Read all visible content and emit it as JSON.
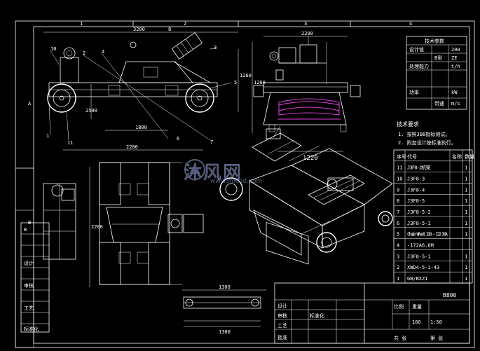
{
  "drawing": {
    "zone_top": [
      "1",
      "2",
      "3",
      "4"
    ],
    "zone_side": [
      "A",
      "B"
    ],
    "dim_side_top": "3200",
    "dim_side_bottom_a": "1800",
    "dim_side_bottom_b": "2200",
    "dim_side_vert": "1260",
    "dim_front_top": "2200",
    "dim_front_vert": "1260",
    "dim_front_bottom": "1220",
    "dim_plan_vert": "2200",
    "dim_bottom_a": "1300",
    "dim_bottom_b": "1300",
    "callouts_side": [
      "10",
      "2",
      "3",
      "4",
      "5",
      "6",
      "7",
      "8",
      "11",
      "1"
    ],
    "tech_req_title": "技术要求",
    "tech_req": [
      "1. 按照JB8指标测试。",
      "2. 附加设计按标准执行。"
    ],
    "note_left_top": "B",
    "note_left_labels": [
      "设计",
      "审核",
      "工艺",
      "标准化"
    ]
  },
  "specs_table": {
    "title": "技术参数",
    "rows": [
      [
        "设计值",
        "200"
      ],
      [
        "B型",
        "ZE"
      ],
      [
        "处理能力",
        "t/h"
      ],
      [
        "功率",
        "kW"
      ],
      [
        "带速",
        "m/s"
      ]
    ]
  },
  "parts_table": {
    "headers": [
      "序号",
      "代号",
      "名称",
      "数量"
    ],
    "rows": [
      [
        "11",
        "J3F8-2机架",
        "",
        "1"
      ],
      [
        "10",
        "J3F8-3",
        "",
        "1"
      ],
      [
        "9",
        "J3F8-4",
        "",
        "1"
      ],
      [
        "8",
        "J3F8-5",
        "",
        "1"
      ],
      [
        "7",
        "J3F8-5-2",
        "",
        "1"
      ],
      [
        "6",
        "J3F8-5-1",
        "",
        "1"
      ],
      [
        "5",
        "Chain Wheel 130 - 172 30A",
        "",
        "1"
      ],
      [
        "4",
        "-172A6.6M",
        "",
        ""
      ],
      [
        "3",
        "J3F8-5-1",
        "",
        "1"
      ],
      [
        "2",
        "XWD4-5-1-43",
        "",
        "1"
      ],
      [
        "1",
        "GB/BXZ1",
        "",
        "1"
      ]
    ]
  },
  "title_block": {
    "product": "B800",
    "scale": "1:50",
    "sheet": "160",
    "labels": [
      "设计",
      "审核",
      "工艺",
      "批准",
      "标准化",
      "比例",
      "重量",
      "共 张",
      "第 张"
    ]
  },
  "watermark": {
    "text": "沐风网",
    "url": "www.mfcad.com"
  }
}
